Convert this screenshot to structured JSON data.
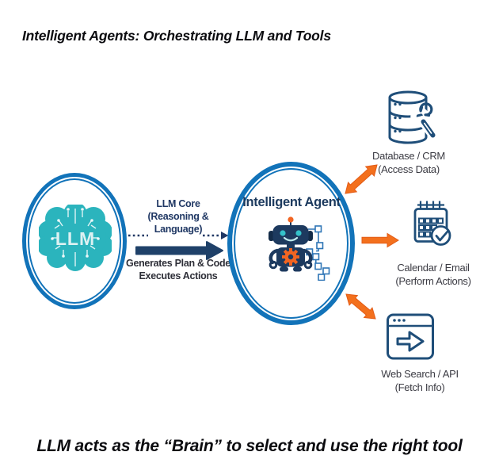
{
  "title": "Intelligent Agents: Orchestrating LLM and Tools",
  "caption": "LLM acts as the “Brain” to select and use the right tool",
  "diagram": {
    "llm_node": {
      "label": "LLM"
    },
    "connector": {
      "core_lines": [
        "LLM Core",
        "(Reasoning &",
        "Language)"
      ],
      "action_lines": [
        "Generates Plan & Code",
        "Executes Actions"
      ]
    },
    "agent_node": {
      "label": "Intelligent Agent"
    },
    "tools": [
      {
        "label": "Database / CRM",
        "sublabel": "(Access Data)"
      },
      {
        "label": "Calendar / Email",
        "sublabel": "(Perform Actions)"
      },
      {
        "label": "Web Search / API",
        "sublabel": "(Fetch Info)"
      }
    ]
  },
  "colors": {
    "ring_blue": "#1273b9",
    "navy_text": "#203864",
    "robot_navy": "#1d3a5f",
    "icon_outline": "#1f4e79",
    "brain_teal": "#2bb4bd",
    "orange": "#f3701d",
    "flowchart_blue": "#2e75b6",
    "label_gray": "#3b3b43"
  }
}
